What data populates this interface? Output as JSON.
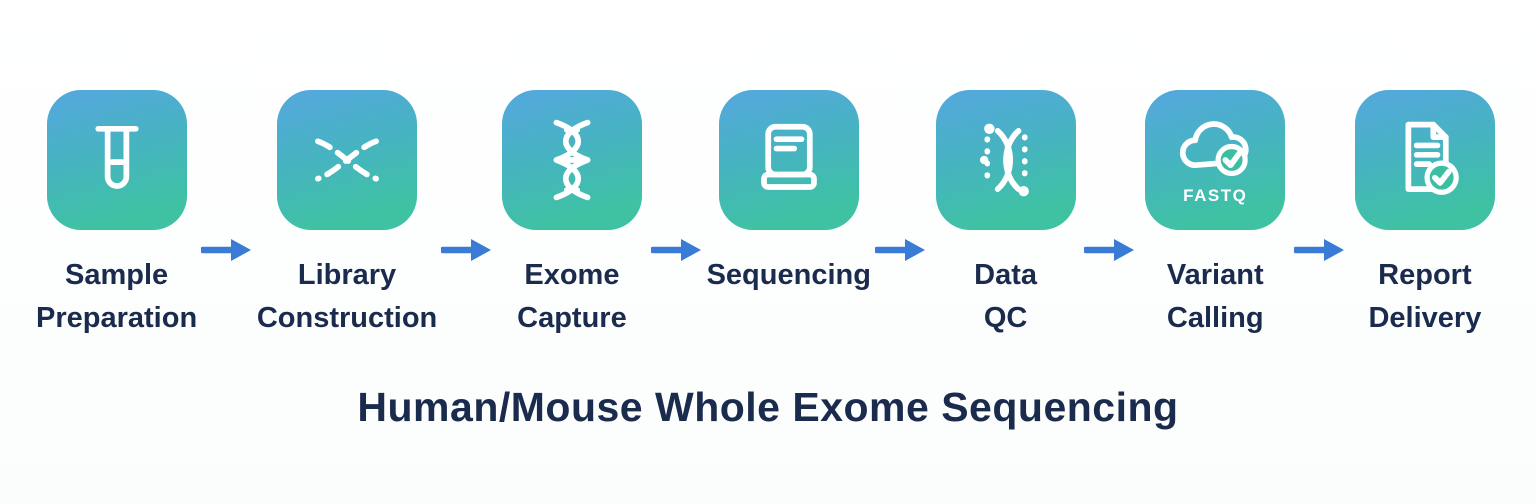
{
  "title": "Human/Mouse Whole Exome Sequencing",
  "colors": {
    "icon_gradient_top": "#55A7DF",
    "icon_gradient_bottom": "#3FC2A2",
    "arrow": "#3A7BD5",
    "text": "#1B2B4D"
  },
  "steps": [
    {
      "name": "sample-preparation",
      "icon": "test-tube-icon",
      "label_line1": "Sample",
      "label_line2": "Preparation"
    },
    {
      "name": "library-construction",
      "icon": "dna-fragments-icon",
      "label_line1": "Library",
      "label_line2": "Construction"
    },
    {
      "name": "exome-capture",
      "icon": "dna-helix-icon",
      "label_line1": "Exome",
      "label_line2": "Capture"
    },
    {
      "name": "sequencing",
      "icon": "sequencer-icon",
      "label_line1": "Sequencing",
      "label_line2": ""
    },
    {
      "name": "data-qc",
      "icon": "data-flow-icon",
      "label_line1": "Data",
      "label_line2": "QC"
    },
    {
      "name": "variant-calling",
      "icon": "cloud-check-icon",
      "icon_text": "FASTQ",
      "label_line1": "Variant",
      "label_line2": "Calling"
    },
    {
      "name": "report-delivery",
      "icon": "document-check-icon",
      "label_line1": "Report",
      "label_line2": "Delivery"
    }
  ]
}
